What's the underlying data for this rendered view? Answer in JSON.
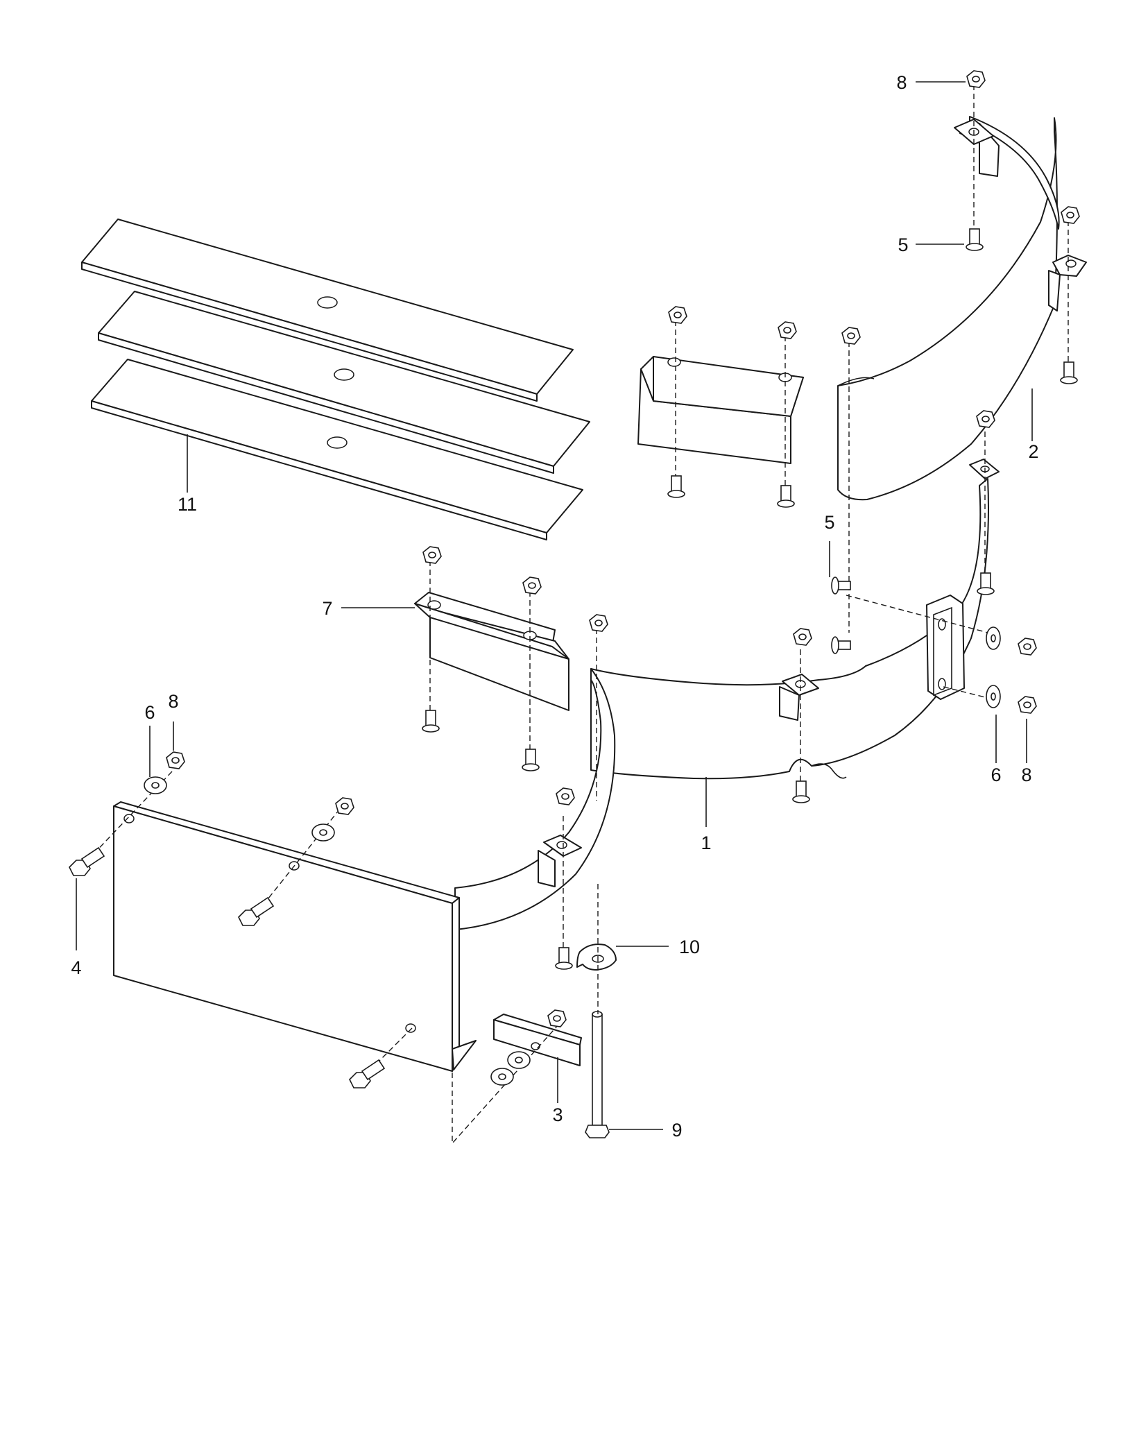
{
  "callouts": {
    "c1": "1",
    "c2": "2",
    "c3": "3",
    "c4": "4",
    "c5_upper": "5",
    "c5_mid": "5",
    "c6_left": "6",
    "c6_right": "6",
    "c7": "7",
    "c8_top": "8",
    "c8_left": "8",
    "c8_right": "8",
    "c9": "9",
    "c10": "10",
    "c11": "11"
  }
}
